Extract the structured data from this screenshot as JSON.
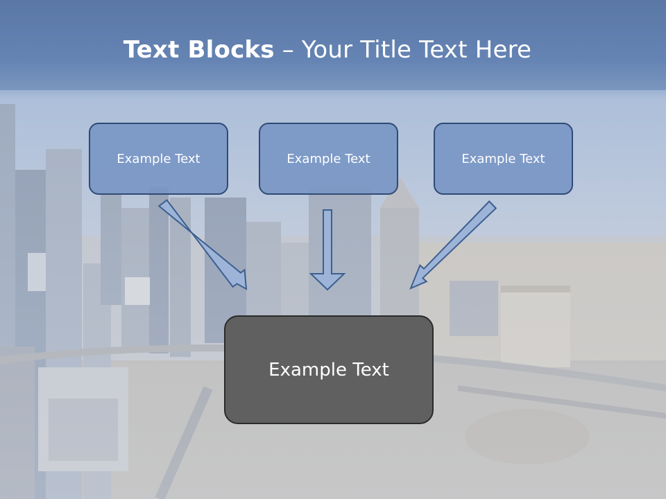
{
  "slide": {
    "title_bold": "Text Blocks",
    "title_separator": " – ",
    "title_rest": "Your Title Text Here"
  },
  "boxes": [
    {
      "label": "Example Text"
    },
    {
      "label": "Example Text"
    },
    {
      "label": "Example Text"
    }
  ],
  "main_box": {
    "label": "Example Text"
  },
  "colors": {
    "header_blue": "#5c7fae",
    "box_fill": "#7694c4",
    "box_border": "#2f4a74",
    "arrow_fill": "#9db4d8",
    "main_fill": "#606060"
  }
}
